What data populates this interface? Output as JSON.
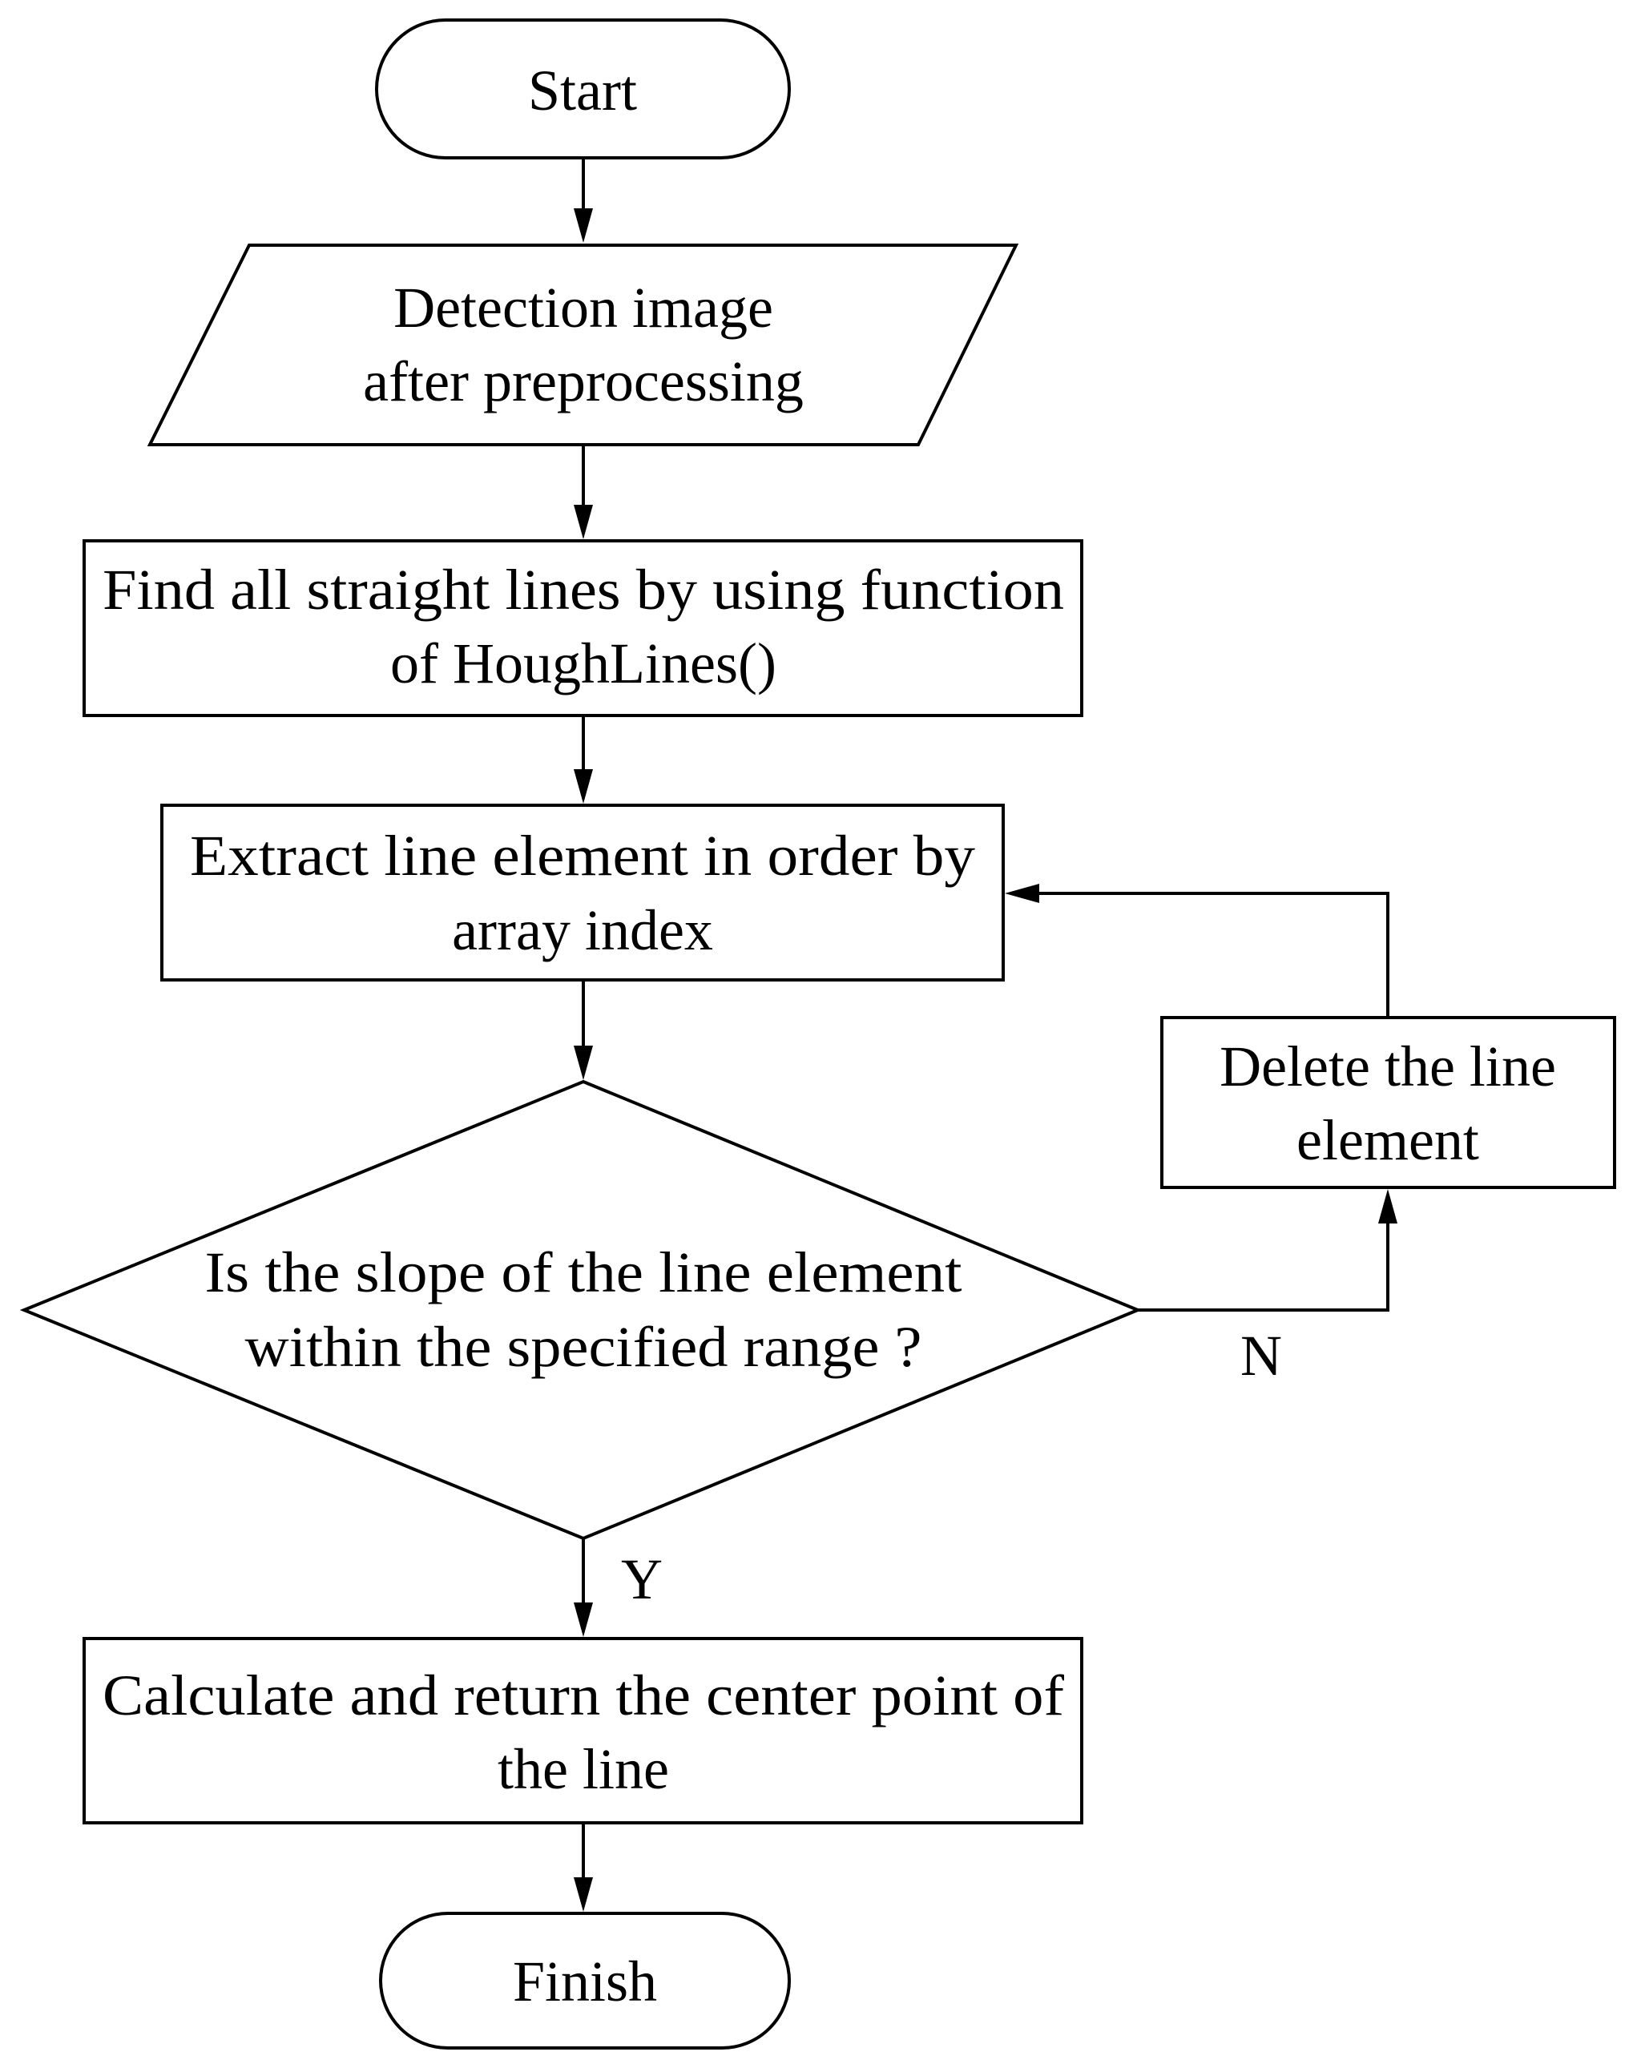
{
  "nodes": {
    "start": {
      "line1": "Start"
    },
    "input": {
      "line1": "Detection image",
      "line2": "after preprocessing"
    },
    "find": {
      "line1": "Find all straight lines by using function",
      "line2": "of HoughLines()"
    },
    "extract": {
      "line1": "Extract line element in order by",
      "line2": "array index"
    },
    "decision": {
      "line1": "Is the slope of the line element",
      "line2": "within the specified range ?"
    },
    "delete": {
      "line1": "Delete the line",
      "line2": "element"
    },
    "calc": {
      "line1": "Calculate and return the center point of",
      "line2": "the line"
    },
    "finish": {
      "line1": "Finish"
    }
  },
  "edges": {
    "no_label": "N",
    "yes_label": "Y"
  }
}
